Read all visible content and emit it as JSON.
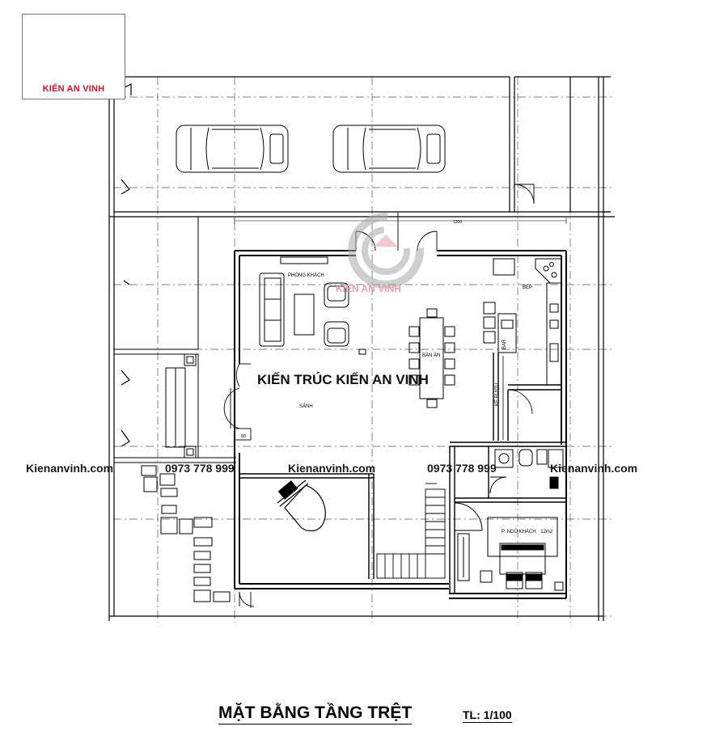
{
  "logo": {
    "brand_name": "KIẾN AN VINH"
  },
  "watermark": {
    "center_logo_text": "KIẾN AN VINH",
    "main_text": "KIẾN TRÚC KIẾN AN VINH",
    "website": "Kienanvinh.com",
    "phone": "0973 778 999"
  },
  "dimensions": {
    "overall_width": "1200"
  },
  "rooms": {
    "living": "PHÒNG KHÁCH",
    "kitchen": "BẾP",
    "dining": "BÀN ĂN",
    "hall": "SẢNH",
    "bar": "BAR",
    "wine_shelf": "KỆ RƯỢU",
    "guest_bedroom": "P. NGỦ KHÁCH",
    "guest_bedroom_size": "12m2",
    "small_tag": "8D"
  },
  "drawing_title": "MẶT BẰNG TẦNG TRỆT",
  "scale": "TL: 1/100",
  "colors": {
    "line": "#000000",
    "brand_red": "#c8102e",
    "watermark_gray": "#b0b0b0"
  }
}
